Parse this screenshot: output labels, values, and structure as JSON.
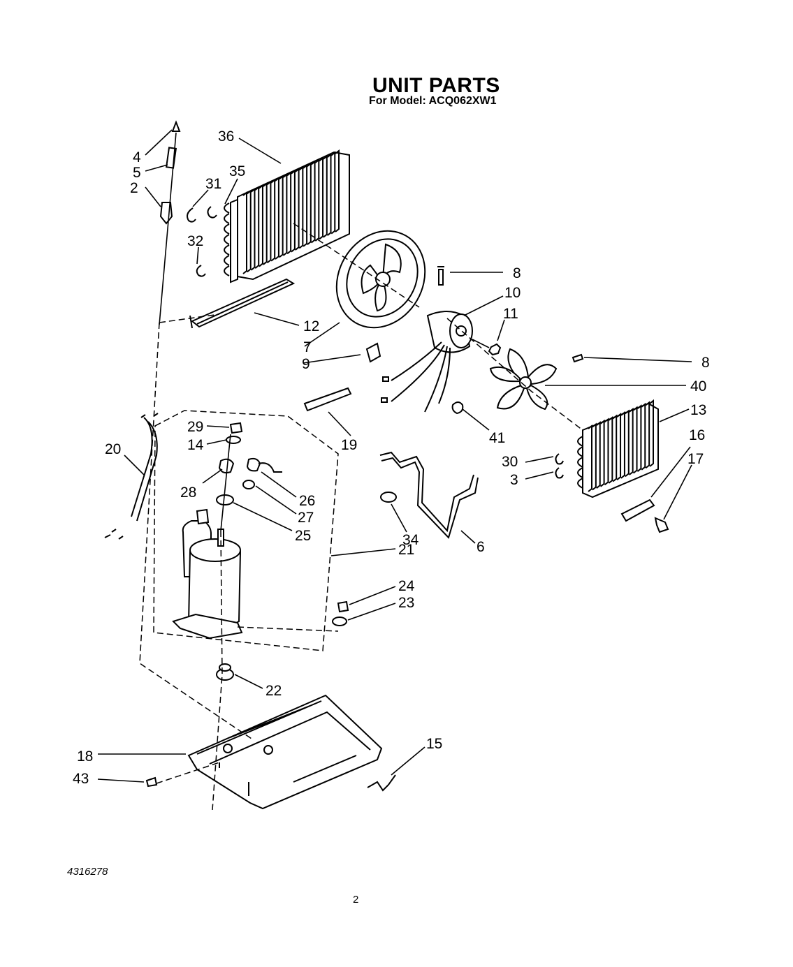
{
  "header": {
    "title": "UNIT PARTS",
    "subtitle": "For Model: ACQ062XW1"
  },
  "footer": {
    "doc_number": "4316278",
    "page_number": "2"
  },
  "callouts": [
    {
      "label": "4"
    },
    {
      "label": "5"
    },
    {
      "label": "2"
    },
    {
      "label": "36"
    },
    {
      "label": "35"
    },
    {
      "label": "31"
    },
    {
      "label": "32"
    },
    {
      "label": "12"
    },
    {
      "label": "7"
    },
    {
      "label": "8"
    },
    {
      "label": "10"
    },
    {
      "label": "11"
    },
    {
      "label": "9"
    },
    {
      "label": "8"
    },
    {
      "label": "40"
    },
    {
      "label": "41"
    },
    {
      "label": "19"
    },
    {
      "label": "13"
    },
    {
      "label": "16"
    },
    {
      "label": "17"
    },
    {
      "label": "30"
    },
    {
      "label": "3"
    },
    {
      "label": "20"
    },
    {
      "label": "29"
    },
    {
      "label": "14"
    },
    {
      "label": "28"
    },
    {
      "label": "26"
    },
    {
      "label": "27"
    },
    {
      "label": "25"
    },
    {
      "label": "34"
    },
    {
      "label": "6"
    },
    {
      "label": "21"
    },
    {
      "label": "24"
    },
    {
      "label": "23"
    },
    {
      "label": "22"
    },
    {
      "label": "18"
    },
    {
      "label": "43"
    },
    {
      "label": "15"
    }
  ]
}
